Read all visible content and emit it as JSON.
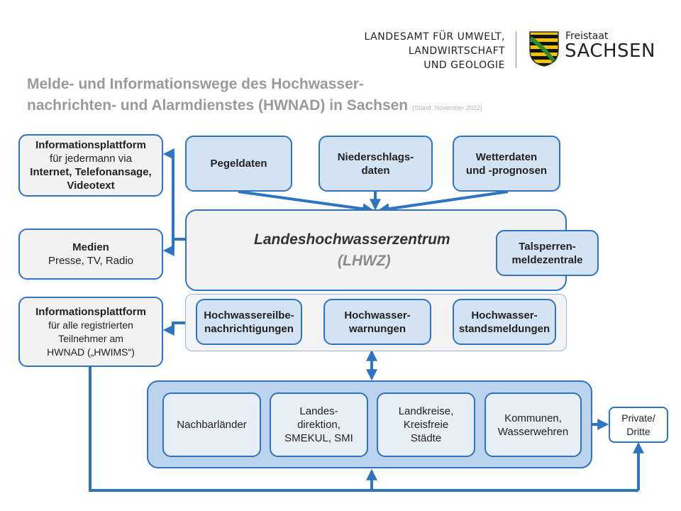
{
  "logo": {
    "agency_lines": [
      "LANDESAMT FÜR UMWELT,",
      "LANDWIRTSCHAFT",
      "UND GEOLOGIE"
    ],
    "state_small": "Freistaat",
    "state_big": "SACHSEN"
  },
  "title": {
    "line1": "Melde- und Informationswege des Hochwasser-",
    "line2": "nachrichten- und Alarmdienstes (HWNAD) in Sachsen",
    "stand": "(Stand: November 2022)"
  },
  "info_public": {
    "title": "Informationsplattform",
    "line2": "für jedermann via",
    "line3": "Internet, Telefonansage,",
    "line4": "Videotext"
  },
  "medien": {
    "title": "Medien",
    "line2": "Presse, TV, Radio"
  },
  "info_registered": {
    "title": "Informationsplattform",
    "line2": "für alle registrierten",
    "line3": "Teilnehmer am",
    "line4": "HWNAD („HWIMS“)"
  },
  "inputs": {
    "pegel": "Pegeldaten",
    "niederschlag_1": "Niederschlags-",
    "niederschlag_2": "daten",
    "wetter_1": "Wetterdaten",
    "wetter_2": "und -prognosen"
  },
  "lhwz": {
    "line1": "Landeshochwasserzentrum",
    "line2": "(LHWZ)"
  },
  "talsperren": {
    "line1": "Talsperren-",
    "line2": "meldezentrale"
  },
  "outputs": {
    "eilbe_1": "Hochwassereilbe-",
    "eilbe_2": "nachrichtigungen",
    "warn_1": "Hochwasser-",
    "warn_2": "warnungen",
    "stand_1": "Hochwasser-",
    "stand_2": "standsmeldungen"
  },
  "recipients": {
    "nachbar": "Nachbarländer",
    "lds_1": "Landes-",
    "lds_2": "direktion,",
    "lds_3": "SMEKUL,  SMI",
    "lk_1": "Landkreise,",
    "lk_2": "Kreisfreie",
    "lk_3": "Städte",
    "kom_1": "Kommunen,",
    "kom_2": "Wasserwehren"
  },
  "private": {
    "line1": "Private/",
    "line2": "Dritte"
  },
  "colors": {
    "line": "#2e74c0",
    "light_blue": "#d3e3f4",
    "group_blue": "#bcd3ee",
    "grey": "#f2f2f2",
    "title_grey": "#9a9a9a"
  }
}
